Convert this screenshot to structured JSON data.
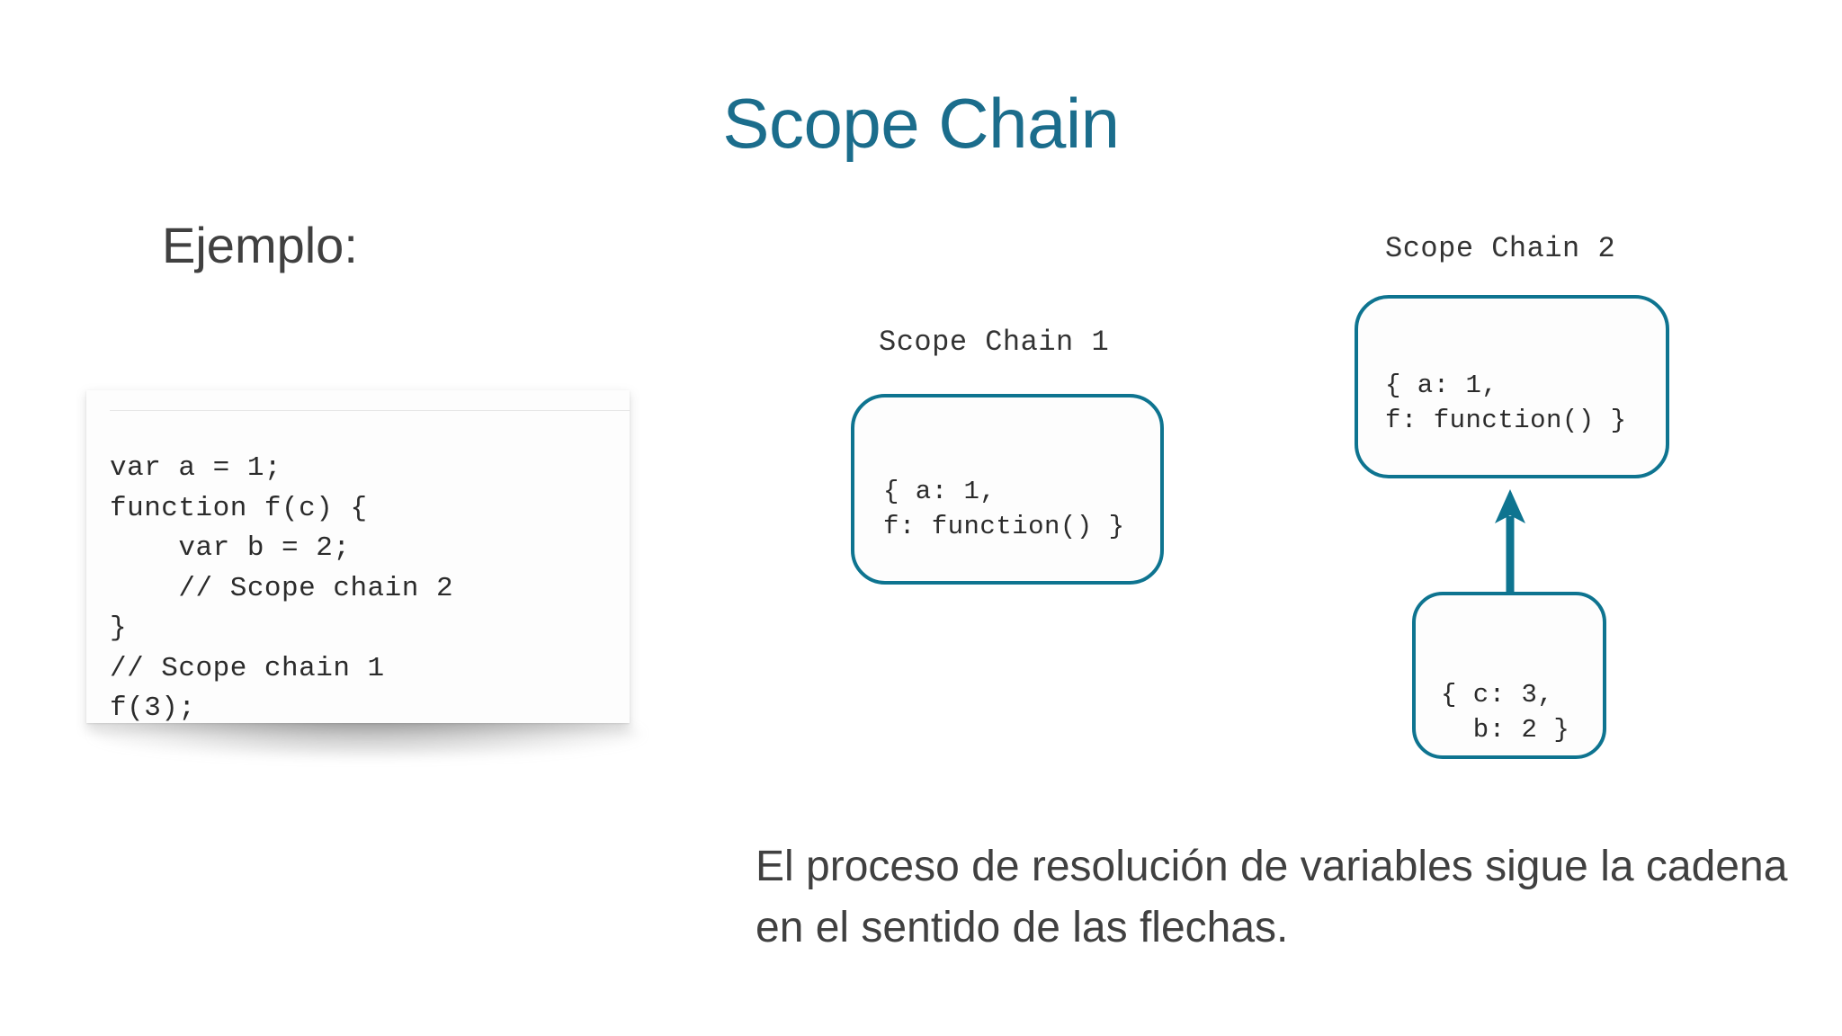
{
  "slide": {
    "title": "Scope Chain",
    "background_color": "#FFFFFF",
    "accent_color": "#0E7490",
    "title_color": "#1B6D8C",
    "text_color": "#404040"
  },
  "example": {
    "label": "Ejemplo:",
    "code": "var a = 1;\nfunction f(c) {\n    var b = 2;\n    // Scope chain 2\n}\n// Scope chain 1\nf(3);"
  },
  "diagram": {
    "chain1": {
      "label": "Scope Chain 1",
      "box_text": "{ a: 1,\nf: function() }"
    },
    "chain2": {
      "label": "Scope Chain 2",
      "outer_box_text": "{ a: 1,\nf: function() }",
      "inner_box_text": "{ c: 3,\n  b: 2 }",
      "arrow_direction": "up",
      "arrow_color": "#0E7490"
    }
  },
  "caption": {
    "text": "El proceso de resolución de variables sigue la cadena en el sentido de las flechas."
  }
}
